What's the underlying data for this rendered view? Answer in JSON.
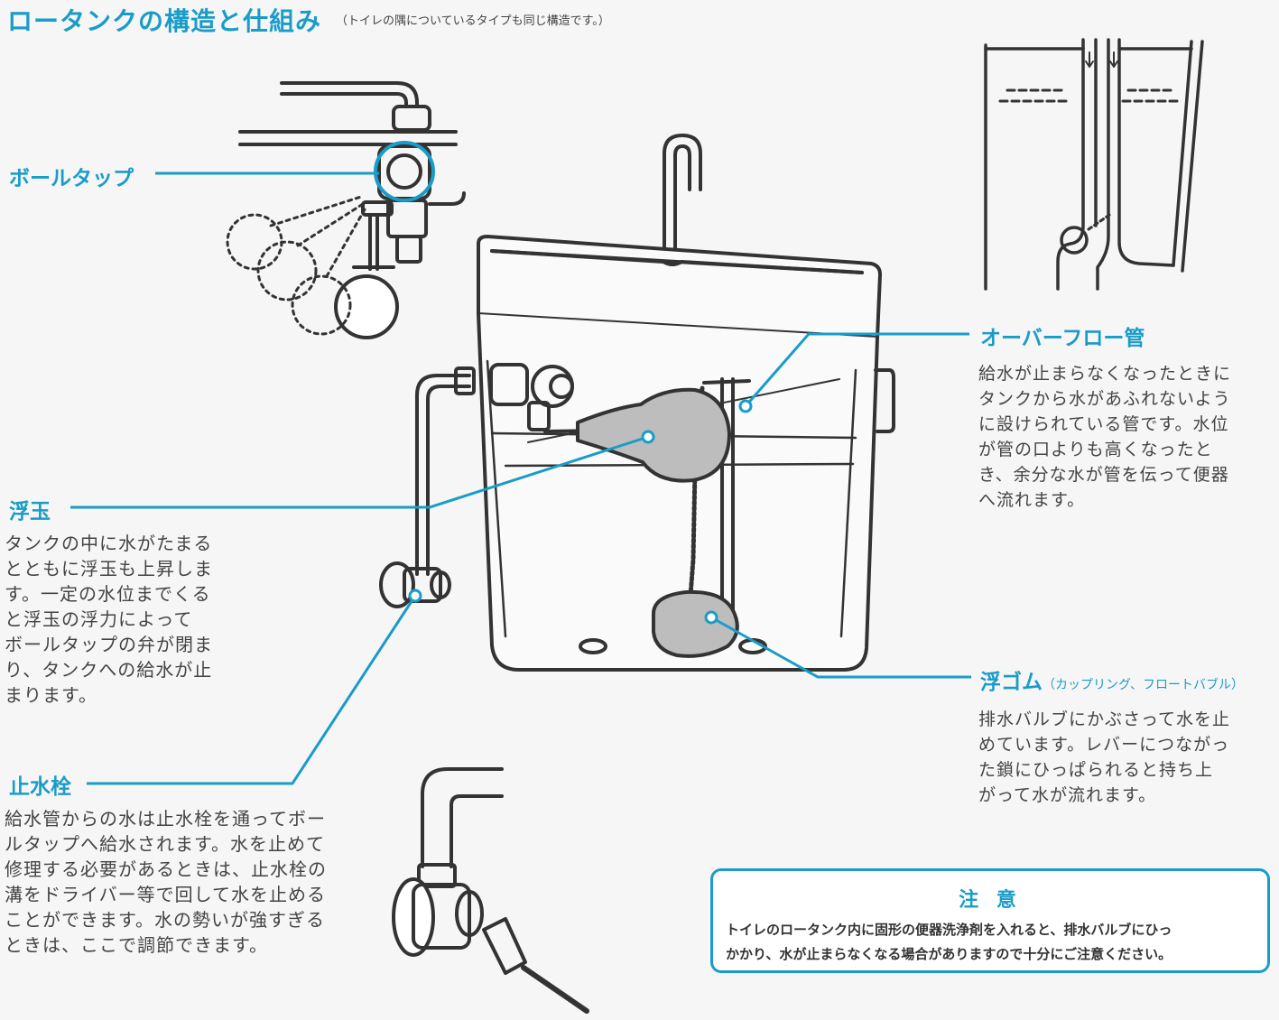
{
  "header": {
    "title": "ロータンクの構造と仕組み",
    "subtitle": "（トイレの隅についているタイプも同じ構造です。）"
  },
  "parts": {
    "ball_tap": {
      "label": "ボールタップ"
    },
    "float_ball": {
      "label": "浮玉",
      "lines": [
        "タンクの中に水がたまる",
        "とともに浮玉も上昇しま",
        "す。一定の水位までくる",
        "と浮玉の浮力によって",
        "ボールタップの弁が閉ま",
        "り、タンクへの給水が止",
        "まります。"
      ]
    },
    "stop_valve": {
      "label": "止水栓",
      "lines": [
        "給水管からの水は止水栓を通ってボー",
        "ルタップへ給水されます。水を止めて",
        "修理する必要があるときは、止水栓の",
        "溝をドライバー等で回して水を止める",
        "ことができます。水の勢いが強すぎる",
        "ときは、ここで調節できます。"
      ]
    },
    "overflow_pipe": {
      "label": "オーバーフロー管",
      "lines": [
        "給水が止まらなくなったときに",
        "タンクから水があふれないよう",
        "に設けられている管です。水位",
        "が管の口よりも高くなったと",
        "き、余分な水が管を伝って便器",
        "へ流れます。"
      ]
    },
    "flapper": {
      "label": "浮ゴム",
      "note": "（カップリング、フロートバブル）",
      "lines": [
        "排水バルブにかぶさって水を止",
        "めています。レバーにつながっ",
        "た鎖にひっぱられると持ち上",
        "がって水が流れます。"
      ]
    }
  },
  "caution": {
    "title": "注 意",
    "lines": [
      "トイレのロータンク内に固形の便器洗浄剤を入れると、排水バルブにひっ",
      "かかり、水が止まらなくなる場合がありますので十分にご注意ください。"
    ]
  },
  "colors": {
    "accent": "#1a9cc8",
    "line": "#333333",
    "flapper_gray": "#bdbdbd"
  }
}
